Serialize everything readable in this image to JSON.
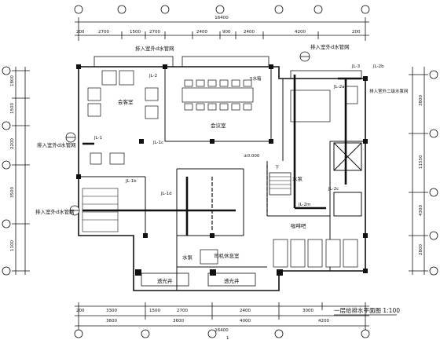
{
  "drawing": {
    "title": "一层给排水平面图 1:100",
    "dims_top": {
      "overall": "16400",
      "segments": [
        "200",
        "2700",
        "1500",
        "2700",
        "2400",
        "900",
        "2400",
        "4200",
        "200"
      ]
    },
    "dims_bottom": {
      "overall": "16400",
      "row1": [
        "200",
        "3300",
        "1500",
        "2700",
        "2400",
        "3000"
      ],
      "row2": [
        "3600",
        "3600",
        "4000",
        "4200"
      ]
    },
    "dims_left": [
      "1800",
      "1500",
      "2200",
      "3500",
      "1100"
    ],
    "dims_right": [
      "3800",
      "11550",
      "4300",
      "2800"
    ],
    "rooms": {
      "lounge": "会客室",
      "meeting": "会议室",
      "restaurant": "咖啡吧",
      "water_pump": "水泵",
      "driver_rest": "司机休息室",
      "water_room": "水泵",
      "lightwell1": "透光井",
      "lightwell2": "透光井",
      "wc": "5水箱"
    },
    "pipe_tags": {
      "jl2": "JL-2",
      "jl1": "JL-1",
      "jl1c": "JL-1c",
      "jl1b": "JL-1b",
      "jl1d": "JL-1d",
      "jl2a": "JL-2a",
      "jl2b": "JL-2b",
      "jl2m": "JL-2m",
      "jl3": "JL-3",
      "jl2c": "JL-2c"
    },
    "notes": {
      "in_top": "排入室外d水管网",
      "in_left1": "排入室外d水管网",
      "in_left2": "排入室外d水管网",
      "in_right": "排入室外d水管网",
      "in_right2": "排入室外二级水泵网",
      "elev": "±0.000",
      "down": "下",
      "axis_1": "1"
    }
  }
}
